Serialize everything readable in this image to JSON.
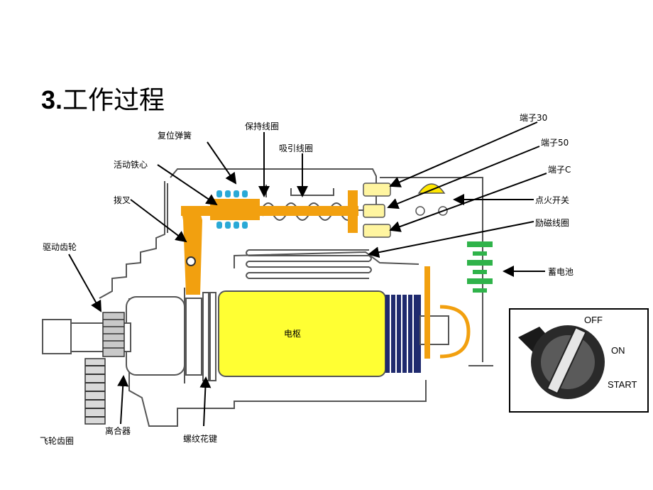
{
  "title_number": "3.",
  "title_text": "工作过程",
  "labels": {
    "terminal_30": "端子30",
    "terminal_50": "端子50",
    "terminal_c": "端子C",
    "ignition_switch": "点火开关",
    "field_winding": "励磁线圈",
    "battery": "蓄电池",
    "hold_coil": "保持线圈",
    "return_spring": "复位弹簧",
    "pull_coil": "吸引线圈",
    "plunger": "活动铁心",
    "shift_fork": "拨叉",
    "drive_pinion": "驱动齿轮",
    "armature": "电枢",
    "flywheel_ring_gear": "飞轮齿圈",
    "clutch": "离合器",
    "helical_spline": "螺纹花键"
  },
  "switch_positions": {
    "off": "OFF",
    "on": "ON",
    "start": "START"
  },
  "colors": {
    "armature": "#ffff33",
    "plunger": "#f2a00f",
    "spring": "#2aa9d6",
    "terminal": "#fff5a0",
    "battery": "#2fb34a",
    "outline": "#444444"
  }
}
